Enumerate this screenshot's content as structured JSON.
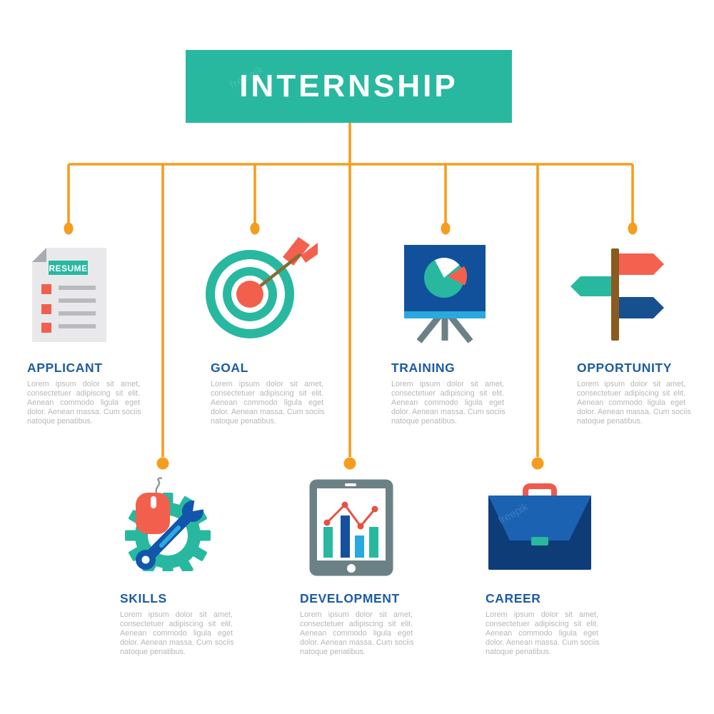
{
  "title": "INTERNSHIP",
  "watermark": "freepik",
  "colors": {
    "teal": "#28b8a0",
    "connector_orange": "#f59d1f",
    "heading_blue": "#1d5ba6",
    "body_text_gray": "#b7b7b7",
    "salmon_red": "#f2604d",
    "handle_red": "#ee5a4c",
    "briefcase_navy": "#0e3c76",
    "briefcase_flap_blue": "#1b63b2",
    "board_blue": "#11519c",
    "light_blue": "#29a9df",
    "wrench_blue": "#1256ab",
    "sign_dark_blue": "#16508f",
    "pole_brown": "#8a5a1f",
    "arrow_shaft_brown": "#8a6a33",
    "device_gray": "#6b8185",
    "paper_gray": "#e9e9ec",
    "paper_line_gray": "#b9bac0"
  },
  "nodes": [
    {
      "id": "applicant",
      "label": "APPLICANT",
      "icon": "resume-icon",
      "icon_text": "RESUME",
      "lines": [
        "Lorem ipsum dolor sit amet,",
        "consectetuer adipiscing sit elit.",
        "Aenean commodo ligula eget",
        "dolor. Aenean massa. Cum sociis",
        "natoque penatibus."
      ]
    },
    {
      "id": "goal",
      "label": "GOAL",
      "icon": "target-icon",
      "lines": [
        "Lorem ipsum dolor sit amet,",
        "consectetuer adipiscing sit elit.",
        "Aenean commodo ligula eget",
        "dolor. Aenean massa. Cum sociis",
        "natoque penatibus."
      ]
    },
    {
      "id": "training",
      "label": "TRAINING",
      "icon": "presentation-pie-icon",
      "lines": [
        "Lorem ipsum dolor sit amet,",
        "consectetuer adipiscing sit elit.",
        "Aenean commodo ligula eget",
        "dolor. Aenean massa. Cum sociis",
        "natoque penatibus."
      ]
    },
    {
      "id": "opportunity",
      "label": "OPPORTUNITY",
      "icon": "signpost-icon",
      "lines": [
        "Lorem ipsum dolor sit amet,",
        "consectetuer adipiscing sit elit.",
        "Aenean commodo ligula eget",
        "dolor. Aenean massa. Cum sociis",
        "natoque penatibus."
      ]
    },
    {
      "id": "skills",
      "label": "SKILLS",
      "icon": "gear-wrench-mouse-icon",
      "lines": [
        "Lorem ipsum dolor sit amet,",
        "consectetuer adipiscing sit elit.",
        "Aenean commodo ligula eget",
        "dolor. Aenean massa. Cum sociis",
        "natoque penatibus."
      ]
    },
    {
      "id": "development",
      "label": "DEVELOPMENT",
      "icon": "tablet-chart-icon",
      "lines": [
        "Lorem ipsum dolor sit amet,",
        "consectetuer adipiscing sit elit.",
        "Aenean commodo ligula eget",
        "dolor. Aenean massa. Cum sociis",
        "natoque penatibus."
      ]
    },
    {
      "id": "career",
      "label": "CAREER",
      "icon": "briefcase-icon",
      "lines": [
        "Lorem ipsum dolor sit amet,",
        "consectetuer adipiscing sit elit.",
        "Aenean commodo ligula eget",
        "dolor. Aenean massa. Cum sociis",
        "natoque penatibus."
      ]
    }
  ]
}
